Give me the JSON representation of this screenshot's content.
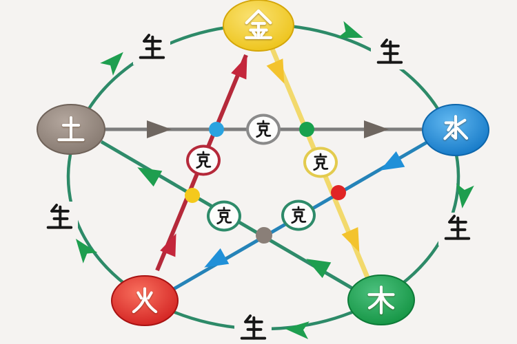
{
  "diagram": {
    "background": "#f5f3f1",
    "ring": {
      "char": "生",
      "meaning": "generating-cycle",
      "stroke_color": "#2d8a68",
      "arrow_color": "#1e9e4f",
      "label_color": "#171717",
      "label_count": 5
    },
    "badge": {
      "char": "克",
      "meaning": "overcoming-cycle",
      "count": 5,
      "border_colors": [
        "#8a8a8a",
        "#b5293a",
        "#e3cb4e",
        "#2e8b6a",
        "#2e8b6a"
      ]
    },
    "nodes": [
      {
        "char": "金",
        "fill": "#eec41a"
      },
      {
        "char": "水",
        "fill": "#1787d0"
      },
      {
        "char": "木",
        "fill": "#169a4c"
      },
      {
        "char": "火",
        "fill": "#d61f1f"
      },
      {
        "char": "土",
        "fill": "#8b7d74"
      }
    ],
    "lines": [
      {
        "relation": "earth-overcomes-water",
        "color": "#7d7d7d",
        "arrow_color": "#6e6660"
      },
      {
        "relation": "fire-overcomes-metal",
        "color": "#b5293a",
        "arrow_color": "#c4263b"
      },
      {
        "relation": "metal-overcomes-wood",
        "color": "#f2d96c",
        "arrow_color": "#f3c32e"
      },
      {
        "relation": "wood-overcomes-earth",
        "color": "#2e8b6a",
        "arrow_color": "#1e9e4f"
      },
      {
        "relation": "water-overcomes-fire",
        "color": "#2583b8",
        "arrow_color": "#2090d8"
      }
    ],
    "junction_dots": [
      {
        "color": "#2ba3e0"
      },
      {
        "color": "#18a14e"
      },
      {
        "color": "#f4c91c"
      },
      {
        "color": "#e02525"
      },
      {
        "color": "#8a7f78"
      }
    ]
  }
}
